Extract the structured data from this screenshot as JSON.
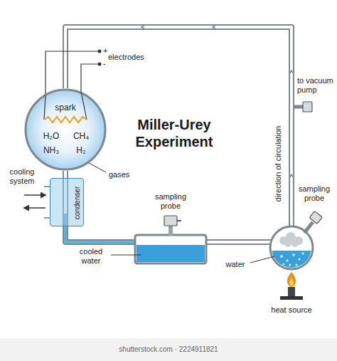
{
  "diagram": {
    "title": "Miller-Urey Experiment",
    "nodes": [
      {
        "text": [
          "spark",
          "H₂O",
          "CH₄",
          "NH₃",
          "H₂"
        ]
      },
      {
        "text": [
          "condenser"
        ]
      }
    ],
    "edges": [
      {
        "from": 0,
        "to": 1,
        "arrow": "none"
      }
    ],
    "labels": [
      "electrodes",
      "+",
      "-",
      "gases",
      "cooling system",
      "sampling probe",
      "cooled water",
      "to vacuum pump",
      "direction of circulation",
      "sampling probe",
      "water",
      "heat source",
      "shutterstock.com · 2224911821"
    ]
  }
}
